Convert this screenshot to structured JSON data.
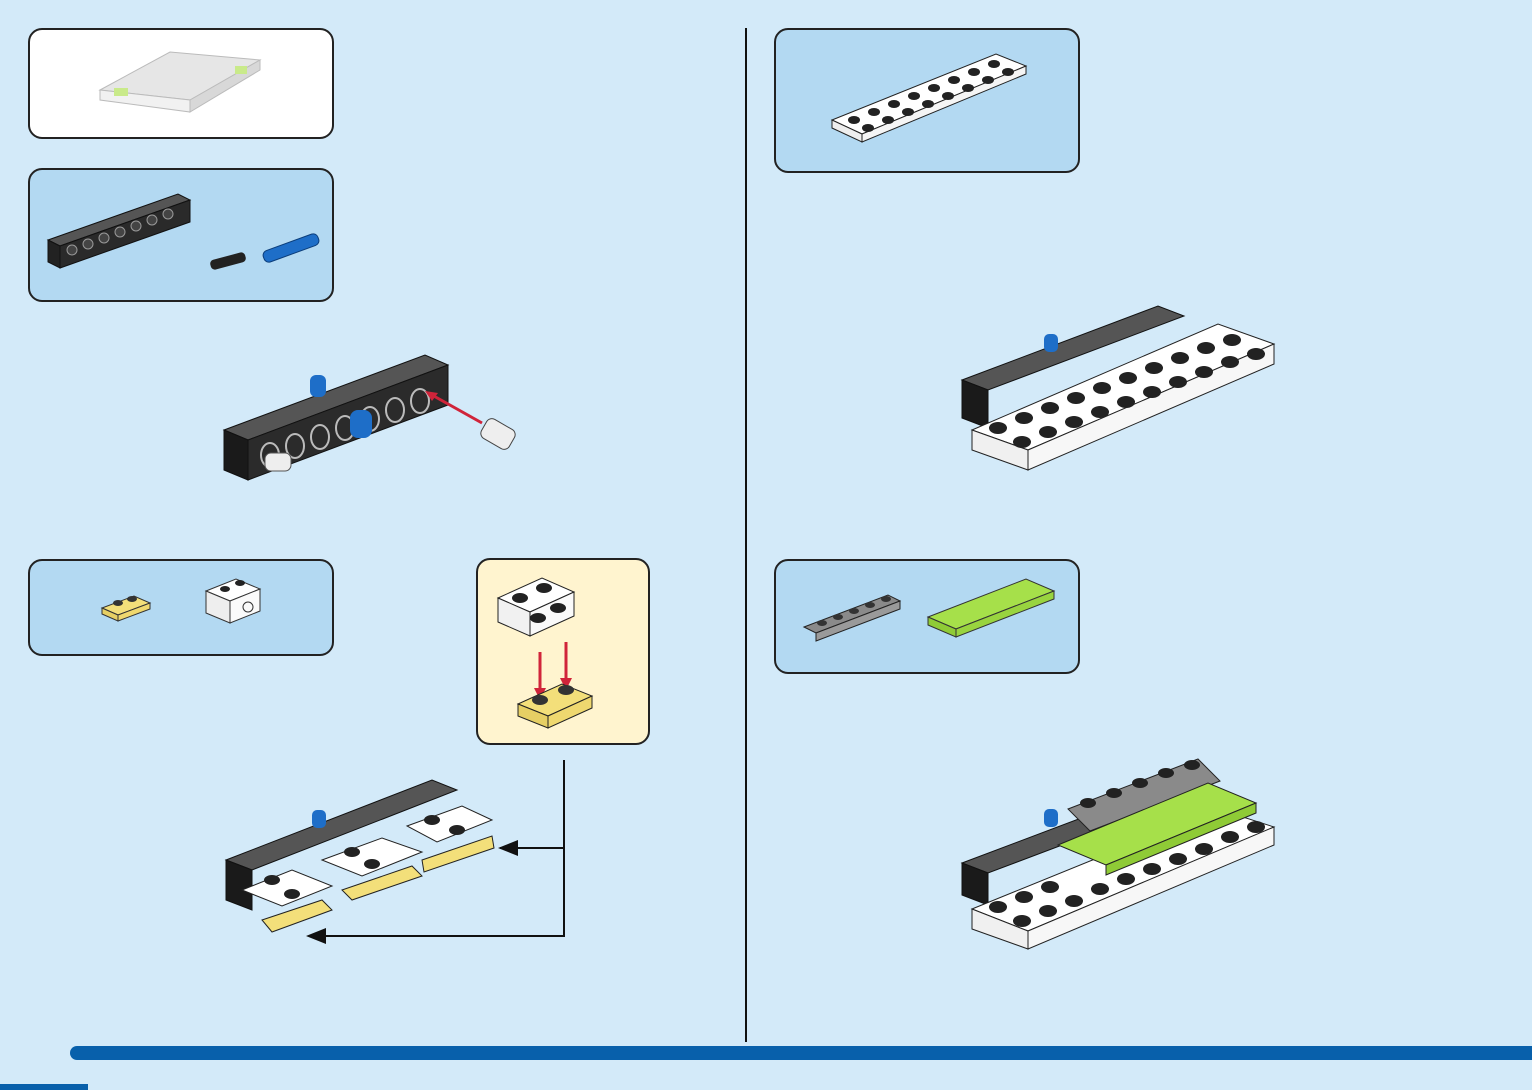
{
  "page": {
    "left_steps": [
      "preview",
      "parts-beam-pins",
      "assembly-beam",
      "parts-plate-brick",
      "zoom-callout",
      "assembly-bricks"
    ],
    "right_steps": [
      "parts-plate",
      "assembly-plate",
      "parts-tiles",
      "assembly-tiles"
    ]
  },
  "colors": {
    "page_background": "#d3eaf9",
    "parts_panel": "#b3d9f2",
    "callout_panel": "#fff4cf",
    "bottom_bar": "#0860ab",
    "arrow_red": "#d0243a",
    "brick_black": "#2a2a2a",
    "pin_blue": "#1e6ec8",
    "tile_lime": "#a6e04a",
    "plate_yellow": "#f3df7a"
  },
  "icons": [
    "beam-icon",
    "pin-icon",
    "axle-pin-icon",
    "plate-icon",
    "brick-icon",
    "tile-icon",
    "arrow-icon"
  ]
}
